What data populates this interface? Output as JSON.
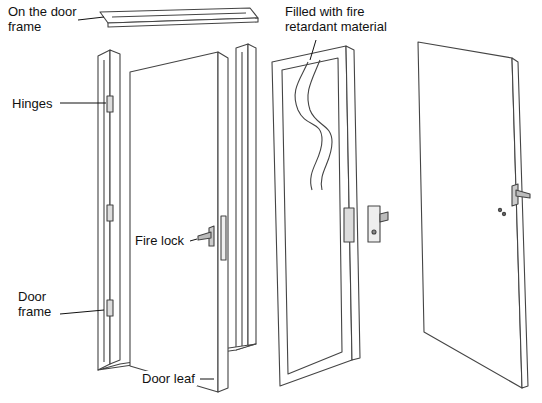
{
  "diagram": {
    "labels": [
      "On the door frame",
      "Filled with fire retardant material",
      "Hinges",
      "Fire lock",
      "Door frame",
      "Door leaf"
    ]
  }
}
